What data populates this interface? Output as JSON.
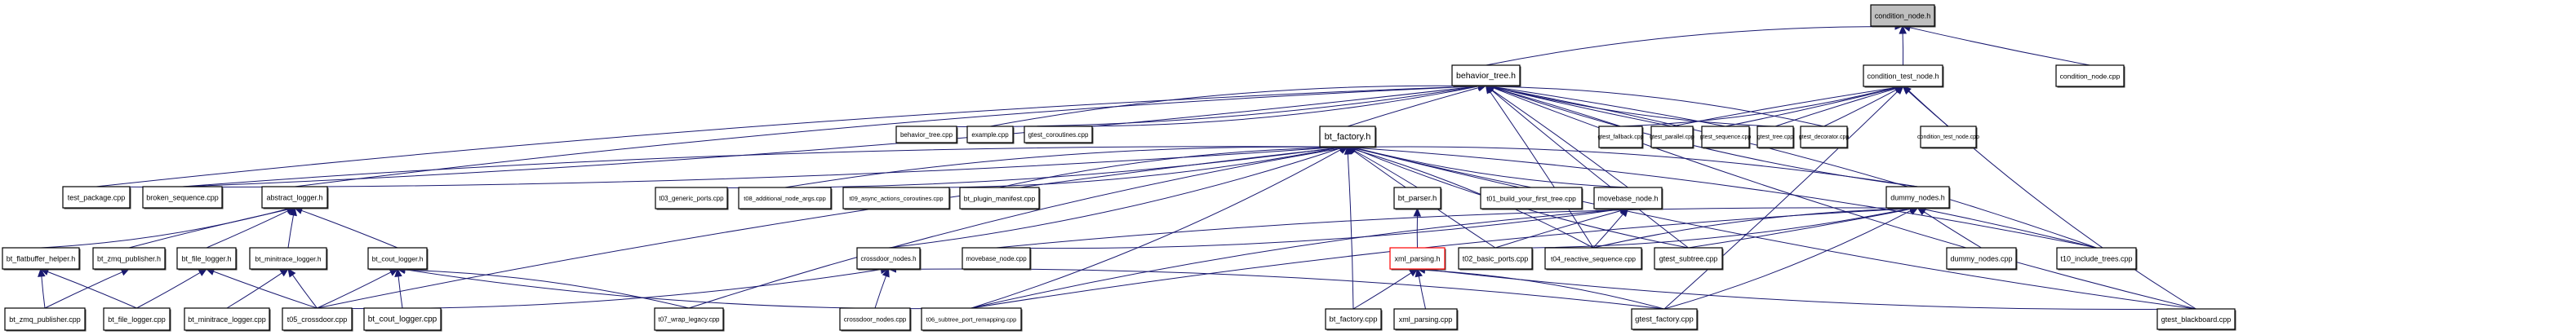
{
  "graph": {
    "title": "condition_node.h",
    "type": "include-dependency-graph",
    "colors": {
      "edge": "#191970",
      "root_fill": "#bfbfbf",
      "node_fill": "#ffffff",
      "node_border": "#000000",
      "highlight_border": "#ff0000"
    },
    "nodes": [
      {
        "id": "condition_node_h",
        "label": "condition_node.h",
        "kind": "root"
      },
      {
        "id": "behavior_tree_h",
        "label": "behavior_tree.h"
      },
      {
        "id": "condition_test_node_h",
        "label": "condition_test_node.h"
      },
      {
        "id": "condition_node_cpp",
        "label": "condition_node.cpp"
      },
      {
        "id": "behavior_tree_cpp",
        "label": "behavior_tree.cpp"
      },
      {
        "id": "example_cpp",
        "label": "example.cpp"
      },
      {
        "id": "gtest_coroutines_cpp",
        "label": "gtest_coroutines.cpp"
      },
      {
        "id": "bt_factory_h",
        "label": "bt_factory.h"
      },
      {
        "id": "gtest_fallback_cpp",
        "label": "gtest_fallback.cpp"
      },
      {
        "id": "gtest_parallel_cpp",
        "label": "gtest_parallel.cpp"
      },
      {
        "id": "gtest_sequence_cpp",
        "label": "gtest_sequence.cpp"
      },
      {
        "id": "gtest_tree_cpp",
        "label": "gtest_tree.cpp"
      },
      {
        "id": "gtest_decorator_cpp",
        "label": "gtest_decorator.cpp"
      },
      {
        "id": "condition_test_node_cpp",
        "label": "condition_test_node.cpp"
      },
      {
        "id": "test_package_cpp",
        "label": "test_package.cpp"
      },
      {
        "id": "broken_sequence_cpp",
        "label": "broken_sequence.cpp"
      },
      {
        "id": "abstract_logger_h",
        "label": "abstract_logger.h"
      },
      {
        "id": "t03_generic_ports_cpp",
        "label": "t03_generic_ports.cpp"
      },
      {
        "id": "t08_additional_node_args_cpp",
        "label": "t08_additional_node_args.cpp"
      },
      {
        "id": "t09_async_actions_coroutines_cpp",
        "label": "t09_async_actions_coroutines.cpp"
      },
      {
        "id": "bt_plugin_manifest_cpp",
        "label": "bt_plugin_manifest.cpp"
      },
      {
        "id": "bt_parser_h",
        "label": "bt_parser.h"
      },
      {
        "id": "t01_build_your_first_tree_cpp",
        "label": "t01_build_your_first_tree.cpp"
      },
      {
        "id": "movebase_node_h",
        "label": "movebase_node.h"
      },
      {
        "id": "dummy_nodes_h",
        "label": "dummy_nodes.h"
      },
      {
        "id": "bt_flatbuffer_helper_h",
        "label": "bt_flatbuffer_helper.h"
      },
      {
        "id": "bt_zmq_publisher_h",
        "label": "bt_zmq_publisher.h"
      },
      {
        "id": "bt_file_logger_h",
        "label": "bt_file_logger.h"
      },
      {
        "id": "bt_minitrace_logger_h",
        "label": "bt_minitrace_logger.h"
      },
      {
        "id": "bt_cout_logger_h",
        "label": "bt_cout_logger.h"
      },
      {
        "id": "crossdoor_nodes_h",
        "label": "crossdoor_nodes.h"
      },
      {
        "id": "movebase_node_cpp",
        "label": "movebase_node.cpp"
      },
      {
        "id": "xml_parsing_h",
        "label": "xml_parsing.h",
        "kind": "highlight"
      },
      {
        "id": "t02_basic_ports_cpp",
        "label": "t02_basic_ports.cpp"
      },
      {
        "id": "t04_reactive_sequence_cpp",
        "label": "t04_reactive_sequence.cpp"
      },
      {
        "id": "gtest_subtree_cpp",
        "label": "gtest_subtree.cpp"
      },
      {
        "id": "dummy_nodes_cpp",
        "label": "dummy_nodes.cpp"
      },
      {
        "id": "t10_include_trees_cpp",
        "label": "t10_include_trees.cpp"
      },
      {
        "id": "bt_zmq_publisher_cpp",
        "label": "bt_zmq_publisher.cpp"
      },
      {
        "id": "bt_file_logger_cpp",
        "label": "bt_file_logger.cpp"
      },
      {
        "id": "bt_minitrace_logger_cpp",
        "label": "bt_minitrace_logger.cpp"
      },
      {
        "id": "t05_crossdoor_cpp",
        "label": "t05_crossdoor.cpp"
      },
      {
        "id": "bt_cout_logger_cpp",
        "label": "bt_cout_logger.cpp"
      },
      {
        "id": "t07_wrap_legacy_cpp",
        "label": "t07_wrap_legacy.cpp"
      },
      {
        "id": "crossdoor_nodes_cpp",
        "label": "crossdoor_nodes.cpp"
      },
      {
        "id": "t06_subtree_port_remapping_cpp",
        "label": "t06_subtree_port_remapping.cpp"
      },
      {
        "id": "bt_factory_cpp",
        "label": "bt_factory.cpp"
      },
      {
        "id": "xml_parsing_cpp",
        "label": "xml_parsing.cpp"
      },
      {
        "id": "gtest_factory_cpp",
        "label": "gtest_factory.cpp"
      },
      {
        "id": "gtest_blackboard_cpp",
        "label": "gtest_blackboard.cpp"
      }
    ],
    "edges": [
      [
        "behavior_tree_h",
        "condition_node_h"
      ],
      [
        "condition_test_node_h",
        "condition_node_h"
      ],
      [
        "condition_node_cpp",
        "condition_node_h"
      ],
      [
        "behavior_tree_cpp",
        "behavior_tree_h"
      ],
      [
        "example_cpp",
        "behavior_tree_h"
      ],
      [
        "gtest_coroutines_cpp",
        "behavior_tree_h"
      ],
      [
        "bt_factory_h",
        "behavior_tree_h"
      ],
      [
        "gtest_fallback_cpp",
        "behavior_tree_h"
      ],
      [
        "gtest_parallel_cpp",
        "behavior_tree_h"
      ],
      [
        "gtest_sequence_cpp",
        "behavior_tree_h"
      ],
      [
        "gtest_tree_cpp",
        "behavior_tree_h"
      ],
      [
        "gtest_decorator_cpp",
        "behavior_tree_h"
      ],
      [
        "test_package_cpp",
        "behavior_tree_h"
      ],
      [
        "broken_sequence_cpp",
        "behavior_tree_h"
      ],
      [
        "abstract_logger_h",
        "behavior_tree_h"
      ],
      [
        "movebase_node_h",
        "behavior_tree_h"
      ],
      [
        "dummy_nodes_h",
        "behavior_tree_h"
      ],
      [
        "t04_reactive_sequence_cpp",
        "behavior_tree_h"
      ],
      [
        "gtest_subtree_cpp",
        "behavior_tree_h"
      ],
      [
        "t10_include_trees_cpp",
        "behavior_tree_h"
      ],
      [
        "gtest_blackboard_cpp",
        "behavior_tree_h"
      ],
      [
        "gtest_fallback_cpp",
        "condition_test_node_h"
      ],
      [
        "gtest_parallel_cpp",
        "condition_test_node_h"
      ],
      [
        "gtest_sequence_cpp",
        "condition_test_node_h"
      ],
      [
        "gtest_tree_cpp",
        "condition_test_node_h"
      ],
      [
        "gtest_decorator_cpp",
        "condition_test_node_h"
      ],
      [
        "condition_test_node_cpp",
        "condition_test_node_h"
      ],
      [
        "gtest_factory_cpp",
        "condition_test_node_h"
      ],
      [
        "gtest_blackboard_cpp",
        "condition_test_node_h"
      ],
      [
        "test_package_cpp",
        "bt_factory_h"
      ],
      [
        "broken_sequence_cpp",
        "bt_factory_h"
      ],
      [
        "t03_generic_ports_cpp",
        "bt_factory_h"
      ],
      [
        "t08_additional_node_args_cpp",
        "bt_factory_h"
      ],
      [
        "t09_async_actions_coroutines_cpp",
        "bt_factory_h"
      ],
      [
        "bt_plugin_manifest_cpp",
        "bt_factory_h"
      ],
      [
        "bt_parser_h",
        "bt_factory_h"
      ],
      [
        "t01_build_your_first_tree_cpp",
        "bt_factory_h"
      ],
      [
        "crossdoor_nodes_h",
        "bt_factory_h"
      ],
      [
        "movebase_node_h",
        "bt_factory_h"
      ],
      [
        "dummy_nodes_h",
        "bt_factory_h"
      ],
      [
        "t02_basic_ports_cpp",
        "bt_factory_h"
      ],
      [
        "t04_reactive_sequence_cpp",
        "bt_factory_h"
      ],
      [
        "t05_crossdoor_cpp",
        "bt_factory_h"
      ],
      [
        "t06_subtree_port_remapping_cpp",
        "bt_factory_h"
      ],
      [
        "t07_wrap_legacy_cpp",
        "bt_factory_h"
      ],
      [
        "bt_factory_cpp",
        "bt_factory_h"
      ],
      [
        "gtest_subtree_cpp",
        "bt_factory_h"
      ],
      [
        "t10_include_trees_cpp",
        "bt_factory_h"
      ],
      [
        "gtest_blackboard_cpp",
        "bt_factory_h"
      ],
      [
        "bt_flatbuffer_helper_h",
        "abstract_logger_h"
      ],
      [
        "bt_zmq_publisher_h",
        "abstract_logger_h"
      ],
      [
        "bt_file_logger_h",
        "abstract_logger_h"
      ],
      [
        "bt_minitrace_logger_h",
        "abstract_logger_h"
      ],
      [
        "bt_cout_logger_h",
        "abstract_logger_h"
      ],
      [
        "bt_zmq_publisher_cpp",
        "bt_flatbuffer_helper_h"
      ],
      [
        "bt_file_logger_cpp",
        "bt_flatbuffer_helper_h"
      ],
      [
        "bt_zmq_publisher_cpp",
        "bt_zmq_publisher_h"
      ],
      [
        "bt_file_logger_cpp",
        "bt_file_logger_h"
      ],
      [
        "t05_crossdoor_cpp",
        "bt_file_logger_h"
      ],
      [
        "bt_minitrace_logger_cpp",
        "bt_minitrace_logger_h"
      ],
      [
        "t05_crossdoor_cpp",
        "bt_minitrace_logger_h"
      ],
      [
        "t05_crossdoor_cpp",
        "bt_cout_logger_h"
      ],
      [
        "bt_cout_logger_cpp",
        "bt_cout_logger_h"
      ],
      [
        "t07_wrap_legacy_cpp",
        "bt_cout_logger_h"
      ],
      [
        "t06_subtree_port_remapping_cpp",
        "bt_cout_logger_h"
      ],
      [
        "t05_crossdoor_cpp",
        "crossdoor_nodes_h"
      ],
      [
        "crossdoor_nodes_cpp",
        "crossdoor_nodes_h"
      ],
      [
        "gtest_factory_cpp",
        "crossdoor_nodes_h"
      ],
      [
        "xml_parsing_h",
        "bt_parser_h"
      ],
      [
        "bt_factory_cpp",
        "xml_parsing_h"
      ],
      [
        "xml_parsing_cpp",
        "xml_parsing_h"
      ],
      [
        "gtest_factory_cpp",
        "xml_parsing_h"
      ],
      [
        "gtest_blackboard_cpp",
        "xml_parsing_h"
      ],
      [
        "movebase_node_cpp",
        "movebase_node_h"
      ],
      [
        "t02_basic_ports_cpp",
        "movebase_node_h"
      ],
      [
        "t04_reactive_sequence_cpp",
        "movebase_node_h"
      ],
      [
        "t06_subtree_port_remapping_cpp",
        "movebase_node_h"
      ],
      [
        "t02_basic_ports_cpp",
        "dummy_nodes_h"
      ],
      [
        "t04_reactive_sequence_cpp",
        "dummy_nodes_h"
      ],
      [
        "gtest_subtree_cpp",
        "dummy_nodes_h"
      ],
      [
        "dummy_nodes_cpp",
        "dummy_nodes_h"
      ],
      [
        "t10_include_trees_cpp",
        "dummy_nodes_h"
      ],
      [
        "t06_subtree_port_remapping_cpp",
        "dummy_nodes_h"
      ],
      [
        "gtest_factory_cpp",
        "dummy_nodes_h"
      ],
      [
        "movebase_node_cpp",
        "dummy_nodes_h"
      ]
    ]
  }
}
